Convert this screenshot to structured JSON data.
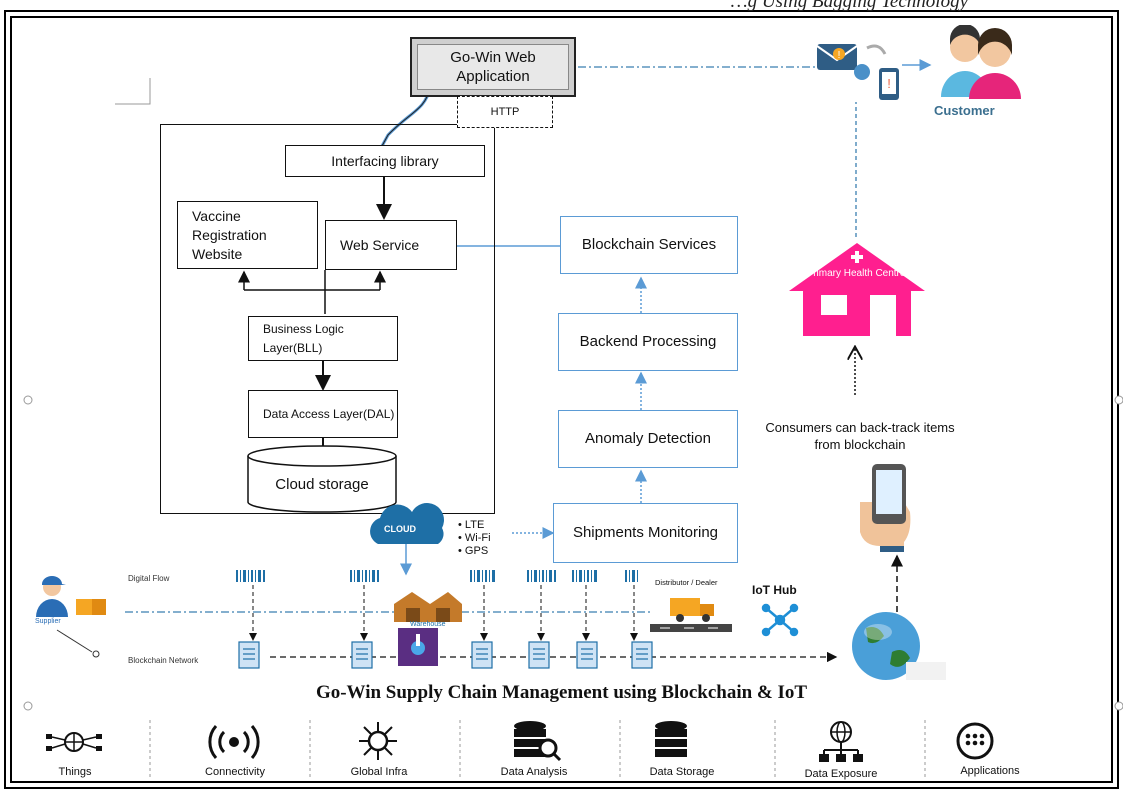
{
  "page": {
    "top_caption": "…g  Using Bagging Technology"
  },
  "diagram": {
    "web_app": "Go-Win Web Application",
    "http": "HTTP",
    "interfacing_library": "Interfacing library",
    "vaccine_site": "Vaccine Registration Website",
    "web_service": "Web Service",
    "bll": "Business Logic Layer(BLL)",
    "dal": "Data Access Layer(DAL)",
    "cloud_storage": "Cloud storage",
    "blockchain_services": "Blockchain Services",
    "backend_processing": "Backend Processing",
    "anomaly_detection": "Anomaly Detection",
    "shipments_monitoring": "Shipments Monitoring",
    "cloud_label": "CLOUD",
    "connectivity_list": [
      "LTE",
      "Wi-Fi",
      "GPS"
    ],
    "customer": "Customer",
    "primary_health_centre": "Primary Health Centre",
    "consumers_text": "Consumers can back-track items from blockchain",
    "digital_flow": "Digital Flow",
    "blockchain_network": "Blockchain Network",
    "supplier": "Supplier",
    "warehouse": "Warehouse",
    "distributor": "Distributor / Dealer",
    "iot_hub": "IoT Hub",
    "title": "Go-Win Supply Chain Management using Blockchain & IoT"
  },
  "bottom_bar": [
    {
      "label": "Things",
      "icon": "network-nodes-icon"
    },
    {
      "label": "Connectivity",
      "icon": "wireless-signal-icon"
    },
    {
      "label": "Global Infra",
      "icon": "hub-network-icon"
    },
    {
      "label": "Data Analysis",
      "icon": "database-search-icon"
    },
    {
      "label": "Data Storage",
      "icon": "database-icon"
    },
    {
      "label": "Data Exposure",
      "icon": "globe-tree-icon"
    },
    {
      "label": "Applications",
      "icon": "app-grid-icon"
    }
  ],
  "colors": {
    "blockchain_box": "#5b9bd5",
    "health_centre": "#ff1f8f",
    "customer_text": "#3b6f8f"
  }
}
